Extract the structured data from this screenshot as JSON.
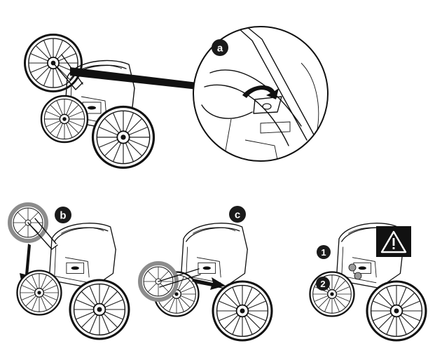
{
  "steps": {
    "a": "a",
    "b": "b",
    "c": "c"
  },
  "warning_icon": "warning-triangle-icon",
  "check_points": {
    "one": "1",
    "two": "2"
  },
  "colors": {
    "line": "#111111",
    "label_fill": "#1a1a1a",
    "highlight_gray": "#8c8c8c",
    "dot_gray": "#9a9a9a"
  }
}
